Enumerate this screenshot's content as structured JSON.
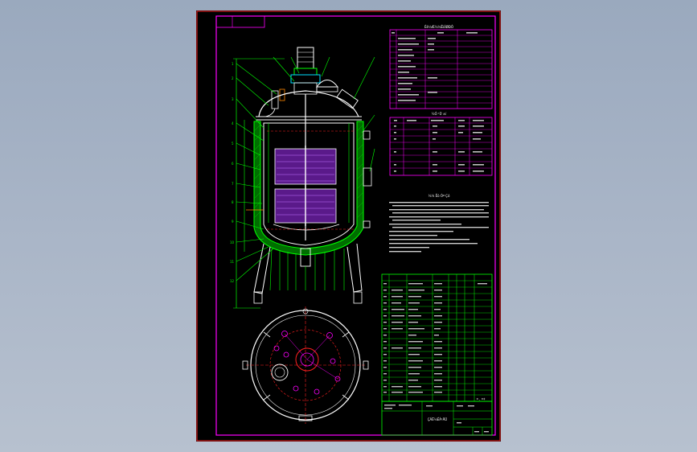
{
  "drawing": {
    "title_block_name": "ÇÁË¼ÉÁ¹ÄÜ",
    "design_spec_title": "Éè¼Æ¼¼ÊõÌØÐÔ",
    "nozzle_table_title": "½Ó ¹Ü ±í",
    "tech_req_title": "¼¼ Êõ Òª Çó",
    "parts_header_label": "±¸ ×¢"
  },
  "colors": {
    "sheet_bg": "#000000",
    "frame_magenta": "#ff00ff",
    "frame_red": "#ff2020",
    "line_green": "#00ff00",
    "line_white": "#ffffff",
    "insulation": "#009a00",
    "hatch_purple": "#9a30ff",
    "cyan": "#00e0ff"
  }
}
